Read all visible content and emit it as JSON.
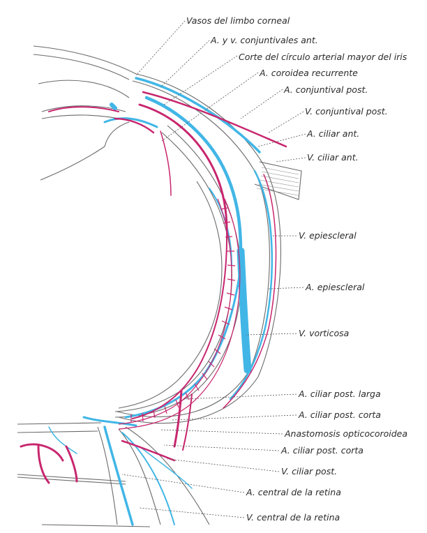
{
  "colors": {
    "artery": "#c8266e",
    "vein": "#41b6e6",
    "outline": "#6a6a6a",
    "leader": "#555555"
  },
  "labels": [
    {
      "id": "vasos-limbo",
      "text": "Vasos del limbo corneal"
    },
    {
      "id": "a-v-conjuntivales",
      "text": "A. y v. conjuntivales ant."
    },
    {
      "id": "corte-circulo",
      "text": "Corte del círculo arterial mayor del iris"
    },
    {
      "id": "a-coroidea-rec",
      "text": "A. coroidea recurrente"
    },
    {
      "id": "a-conj-post",
      "text": "A. conjuntival post."
    },
    {
      "id": "v-conj-post",
      "text": "V. conjuntival post."
    },
    {
      "id": "a-ciliar-ant",
      "text": "A. ciliar ant."
    },
    {
      "id": "v-ciliar-ant",
      "text": "V. ciliar ant."
    },
    {
      "id": "v-epiescleral",
      "text": "V. epiescleral"
    },
    {
      "id": "a-epiescleral",
      "text": "A. epiescleral"
    },
    {
      "id": "v-vorticosa",
      "text": "V. vorticosa"
    },
    {
      "id": "a-cil-post-larga",
      "text": "A. ciliar post. larga"
    },
    {
      "id": "a-cil-post-corta-1",
      "text": "A. ciliar post. corta"
    },
    {
      "id": "anastomosis",
      "text": "Anastomosis opticocoroidea"
    },
    {
      "id": "a-cil-post-corta-2",
      "text": "A. ciliar post. corta"
    },
    {
      "id": "v-ciliar-post",
      "text": "V. ciliar post."
    },
    {
      "id": "a-central-retina",
      "text": "A. central de la retina"
    },
    {
      "id": "v-central-retina",
      "text": "V. central de la retina"
    }
  ]
}
